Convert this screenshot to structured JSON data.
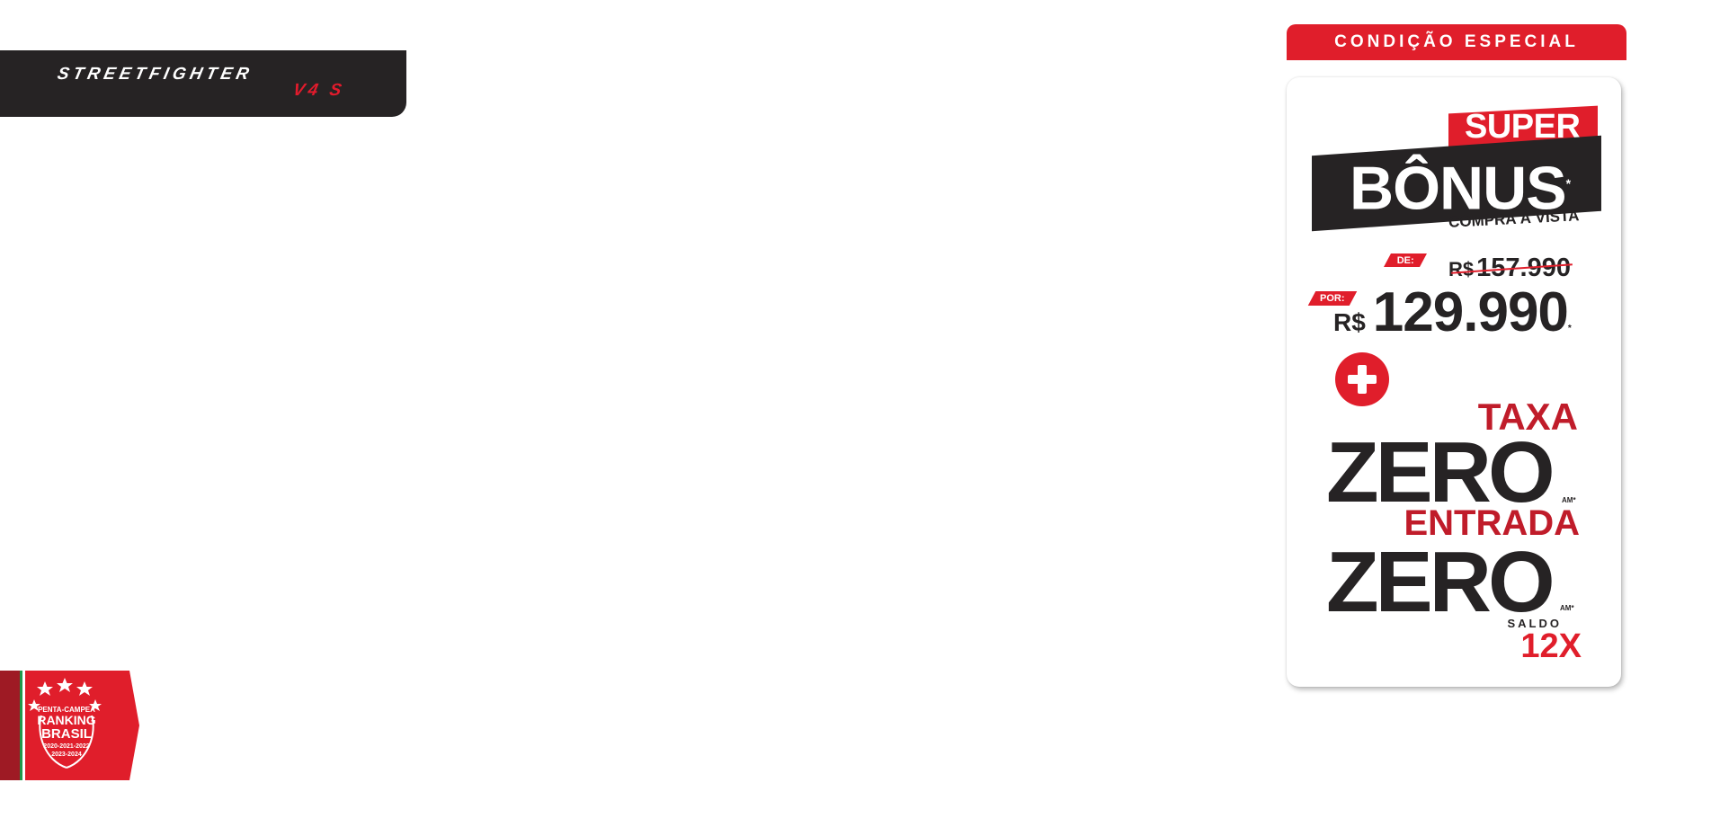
{
  "logo": {
    "model": "STREETFIGHTER",
    "version": "V4 S"
  },
  "award": {
    "line1": "PENTA-CAMPEÃ",
    "line2": "RANKING",
    "line3": "BRASIL",
    "years1": "2020-2021-2022",
    "years2": "2023-2024",
    "star_count": 5
  },
  "promo": {
    "tab_label": "CONDIÇÃO ESPECIAL",
    "super_label": "SUPER",
    "bonus_label": "BÔNUS",
    "bonus_mark": "*",
    "bonus_sub": "COMPRA À VISTA",
    "de_tag": "DE:",
    "old_currency": "R$",
    "old_price": "157.990",
    "por_tag": "POR:",
    "new_currency": "R$",
    "new_price": "129.990",
    "price_mark": "*",
    "plus_symbol": "+",
    "taxa_label": "TAXA",
    "zero_1": "ZERO",
    "am_1": "AM*",
    "entrada_label": "ENTRADA",
    "zero_2": "ZERO",
    "am_2": "AM*",
    "saldo_label": "SALDO",
    "parcelas": "12X"
  },
  "colors": {
    "brand_red": "#e01e2b",
    "dark": "#262324",
    "dark_red": "#c01c2a"
  }
}
